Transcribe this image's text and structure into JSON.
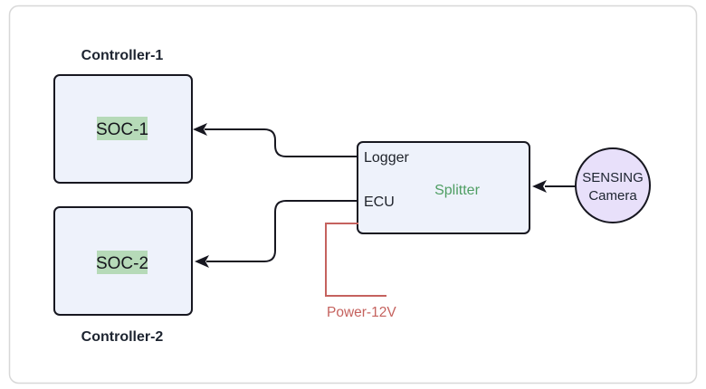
{
  "diagram": {
    "controller1": {
      "title": "Controller-1",
      "soc_label": "SOC-1"
    },
    "controller2": {
      "title": "Controller-2",
      "soc_label": "SOC-2"
    },
    "splitter": {
      "label": "Splitter",
      "port_top": "Logger",
      "port_bottom": "ECU"
    },
    "camera": {
      "line1": "SENSING",
      "line2": "Camera"
    },
    "power": {
      "label": "Power-12V"
    },
    "colors": {
      "node_fill": "#eef2fb",
      "node_border": "#171720",
      "soc_highlight": "#b6dab8",
      "splitter_text_green": "#4f9e63",
      "camera_fill": "#e8e0fa",
      "power_red": "#c5625e",
      "text_dark": "#1d2430",
      "card_border": "#d8d8d8"
    }
  }
}
